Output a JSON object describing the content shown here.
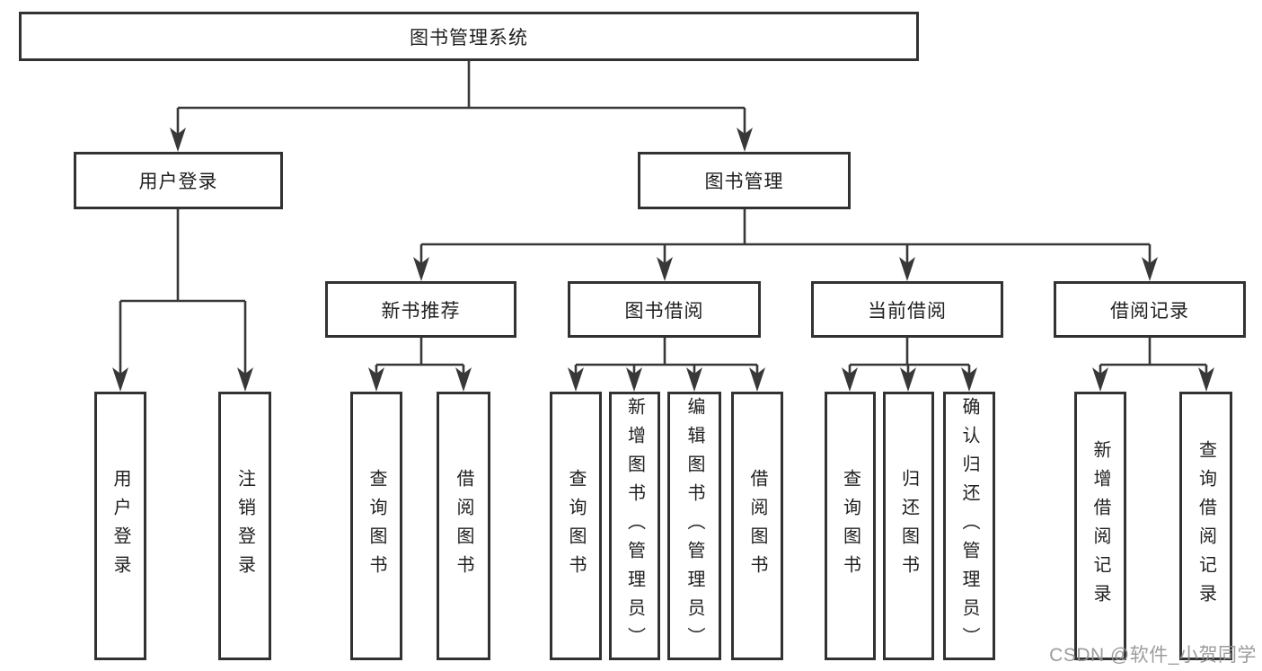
{
  "diagram": {
    "title": "图书管理系统",
    "root": {
      "label": "图书管理系统"
    },
    "level2": [
      {
        "label": "用户登录"
      },
      {
        "label": "图书管理"
      }
    ],
    "level3": [
      {
        "label": "新书推荐",
        "parent": "图书管理"
      },
      {
        "label": "图书借阅",
        "parent": "图书管理"
      },
      {
        "label": "当前借阅",
        "parent": "图书管理"
      },
      {
        "label": "借阅记录",
        "parent": "图书管理"
      }
    ],
    "leaves": [
      {
        "label": "用户登录",
        "parent": "用户登录"
      },
      {
        "label": "注销登录",
        "parent": "用户登录"
      },
      {
        "label": "查询图书",
        "parent": "新书推荐"
      },
      {
        "label": "借阅图书",
        "parent": "新书推荐"
      },
      {
        "label": "查询图书",
        "parent": "图书借阅"
      },
      {
        "label": "新增图书（管理员）",
        "parent": "图书借阅"
      },
      {
        "label": "编辑图书（管理员）",
        "parent": "图书借阅"
      },
      {
        "label": "借阅图书",
        "parent": "图书借阅"
      },
      {
        "label": "查询图书",
        "parent": "当前借阅"
      },
      {
        "label": "归还图书",
        "parent": "当前借阅"
      },
      {
        "label": "确认归还（管理员）",
        "parent": "当前借阅"
      },
      {
        "label": "新增借阅记录",
        "parent": "借阅记录"
      },
      {
        "label": "查询借阅记录",
        "parent": "借阅记录"
      }
    ]
  },
  "watermark": "CSDN @软件_小贺同学",
  "colors": {
    "background": "#ffffff",
    "box_border": "#323232",
    "line": "#383838",
    "text": "#1f1f1f",
    "watermark": "#949494"
  }
}
